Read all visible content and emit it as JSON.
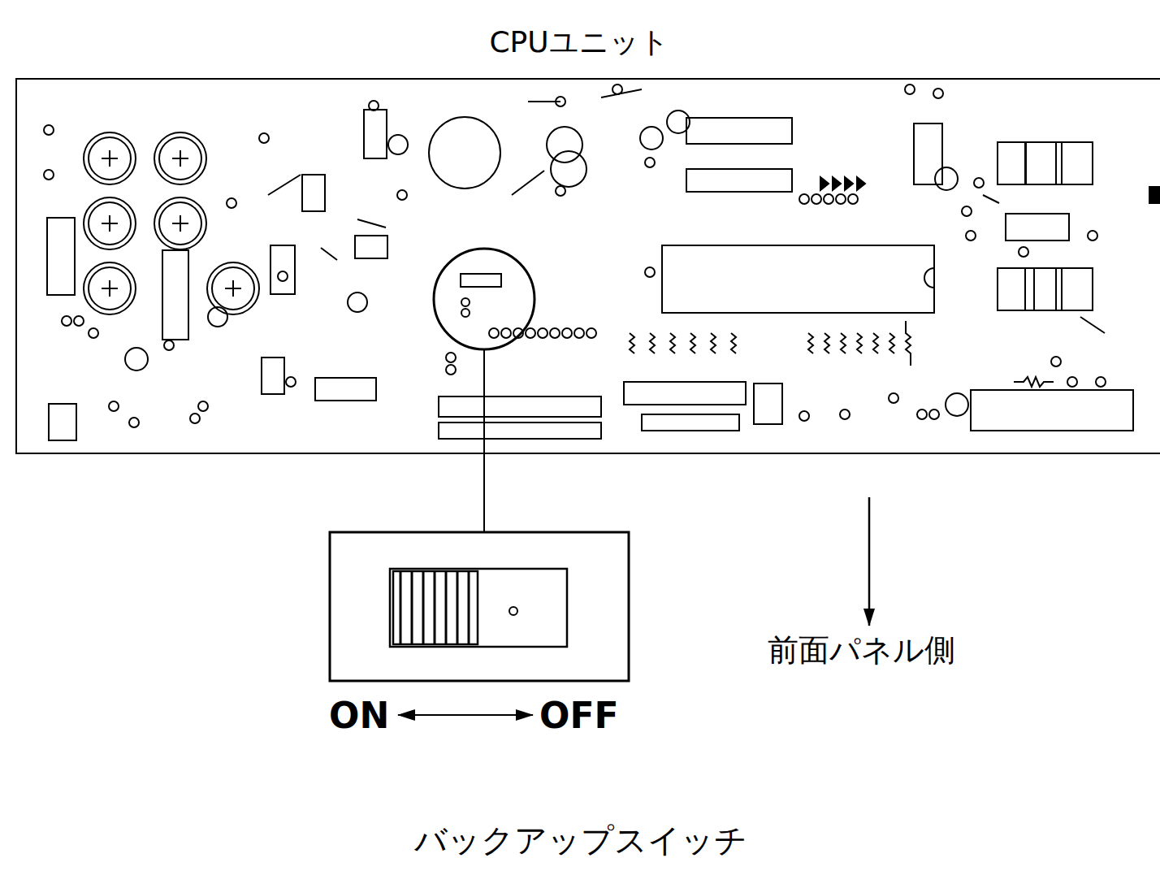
{
  "diagram": {
    "title": "CPUユニット",
    "caption": "バックアップスイッチ",
    "labels": [
      "前面パネル側",
      "ON",
      "OFF"
    ]
  }
}
